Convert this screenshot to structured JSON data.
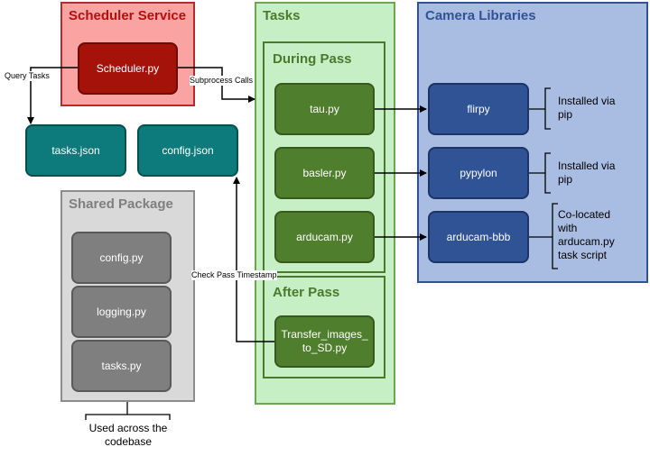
{
  "scheduler_service": {
    "title": "Scheduler Service",
    "scheduler_py": "Scheduler.py"
  },
  "files": {
    "tasks_json": "tasks.json",
    "config_json": "config.json"
  },
  "shared_package": {
    "title": "Shared Package",
    "modules": [
      "config.py",
      "logging.py",
      "tasks.py"
    ],
    "note": "Used across the codebase"
  },
  "tasks": {
    "title": "Tasks",
    "during_pass": {
      "title": "During Pass",
      "scripts": [
        "tau.py",
        "basler.py",
        "arducam.py"
      ]
    },
    "after_pass": {
      "title": "After Pass",
      "scripts": [
        "Transfer_images_ to_SD.py"
      ]
    }
  },
  "camera_libraries": {
    "title": "Camera Libraries",
    "libs": [
      "flirpy",
      "pypylon",
      "arducam-bbb"
    ],
    "notes": [
      "Installed via pip",
      "Installed via pip",
      "Co-located with arducam.py task script"
    ]
  },
  "edge_labels": {
    "query_tasks": "Query Tasks",
    "subprocess_calls": "Subprocess Calls",
    "check_pass_timestamp": "Check Pass Timestamp"
  },
  "colors": {
    "scheduler_panel": "#f9a3a3",
    "tasks_panel": "#c6efc6",
    "camera_panel": "#a9bde2",
    "shared_panel": "#d9d9d9"
  }
}
